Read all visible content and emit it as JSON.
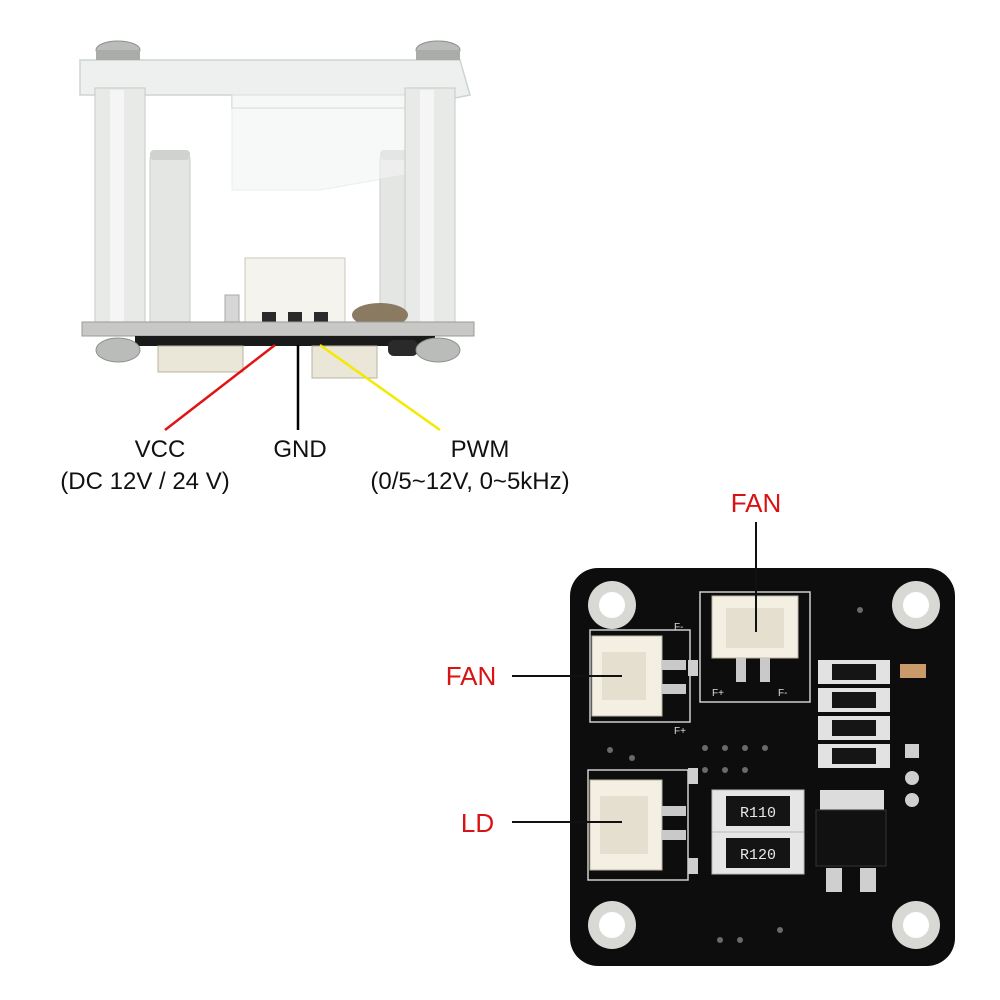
{
  "top_module": {
    "pins": {
      "vcc": {
        "label": "VCC",
        "detail": "(DC 12V / 24 V)",
        "wire_color": "#e01414"
      },
      "gnd": {
        "label": "GND",
        "wire_color": "#000000"
      },
      "pwm": {
        "label": "PWM",
        "detail": "(0/5~12V, 0~5kHz)",
        "wire_color": "#f2ea00"
      }
    }
  },
  "board": {
    "connectors": {
      "fan_top": {
        "label": "FAN"
      },
      "fan_left": {
        "label": "FAN"
      },
      "ld": {
        "label": "LD"
      }
    },
    "silkscreen": {
      "r1": "R110",
      "r2": "R120",
      "fan_top_plus": "F+",
      "fan_top_minus": "F-",
      "fan_left_minus": "F-",
      "fan_left_plus": "F+"
    },
    "label_color": "#d81313"
  }
}
